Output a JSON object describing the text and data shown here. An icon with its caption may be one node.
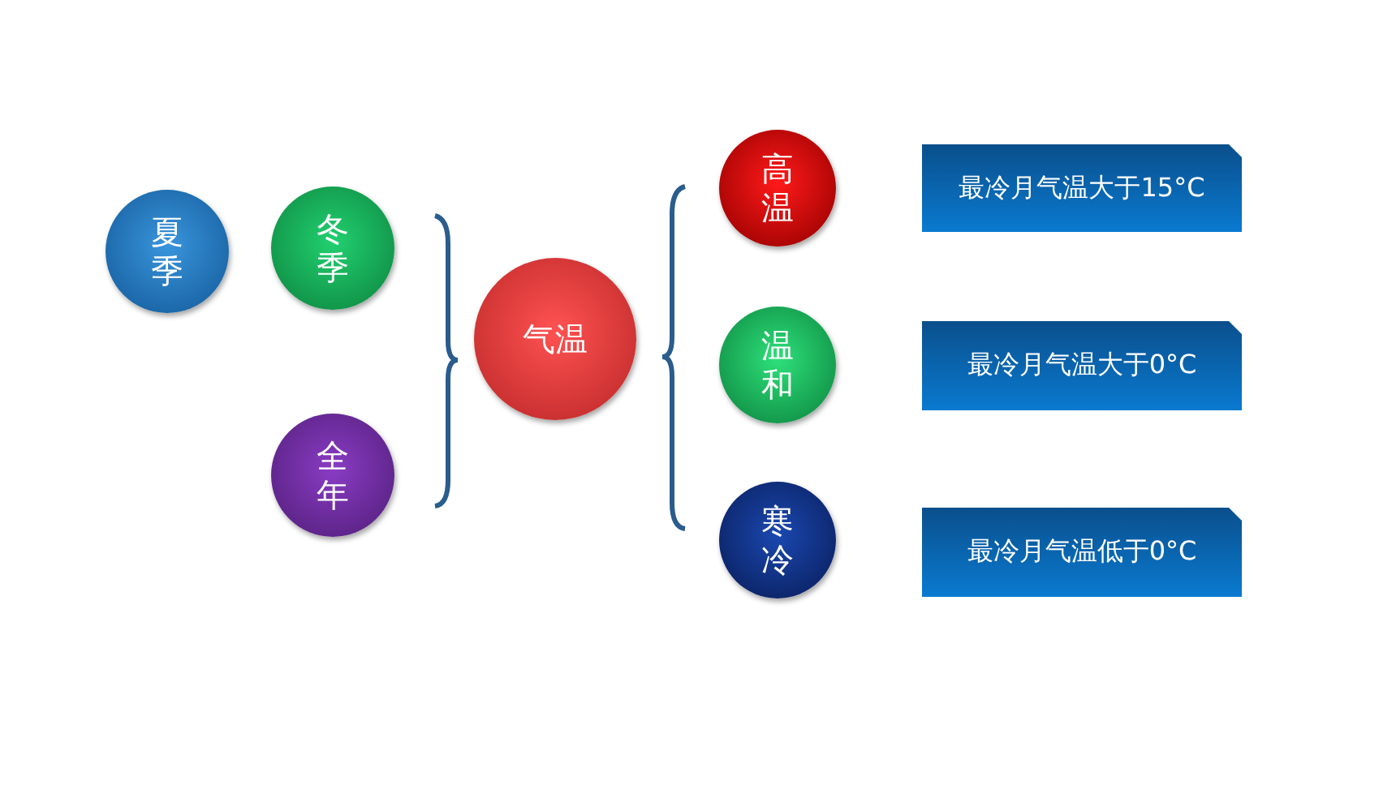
{
  "diagram": {
    "nodes": [
      {
        "text": [
          "夏季"
        ]
      },
      {
        "text": [
          "冬季"
        ]
      },
      {
        "text": [
          "全年"
        ]
      },
      {
        "text": [
          "气温"
        ]
      },
      {
        "text": [
          "高温"
        ]
      },
      {
        "text": [
          "温和"
        ]
      },
      {
        "text": [
          "寒冷"
        ]
      },
      {
        "text": [
          "最冷月气温大于15°C"
        ]
      },
      {
        "text": [
          "最冷月气温大于0°C"
        ]
      },
      {
        "text": [
          "最冷月气温低于0°C"
        ]
      }
    ],
    "edges": []
  }
}
